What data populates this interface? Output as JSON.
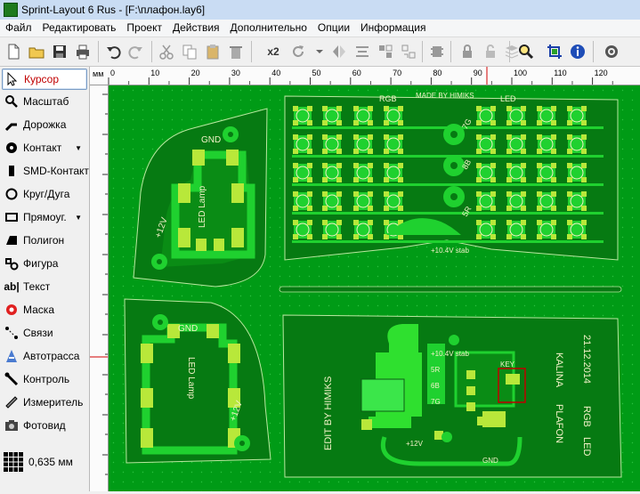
{
  "window": {
    "title": "Sprint-Layout 6 Rus - [F:\\плафон.lay6]"
  },
  "menu": [
    "Файл",
    "Редактировать",
    "Проект",
    "Действия",
    "Дополнительно",
    "Опции",
    "Информация"
  ],
  "toolbar": {
    "multiply_label": "x2"
  },
  "tools": [
    {
      "label": "Курсор",
      "active": true
    },
    {
      "label": "Масштаб"
    },
    {
      "label": "Дорожка"
    },
    {
      "label": "Контакт",
      "dropdown": true
    },
    {
      "label": "SMD-Контакт"
    },
    {
      "label": "Круг/Дуга"
    },
    {
      "label": "Прямоуг.",
      "dropdown": true
    },
    {
      "label": "Полигон"
    },
    {
      "label": "Фигура"
    },
    {
      "label": "Текст"
    },
    {
      "label": "Маска"
    },
    {
      "label": "Связи"
    },
    {
      "label": "Автотрасса"
    },
    {
      "label": "Контроль"
    },
    {
      "label": "Измеритель"
    },
    {
      "label": "Фотовид"
    }
  ],
  "grid": {
    "value": "0,635 мм"
  },
  "ruler": {
    "unit": "мм",
    "top_ticks": [
      "0",
      "10",
      "20",
      "30",
      "40",
      "50",
      "60",
      "70",
      "80",
      "90",
      "100",
      "110",
      "120"
    ]
  },
  "board_text": {
    "gnd": "GND",
    "led_lamp": "LED Lamp",
    "plus12v": "+12V",
    "rgb": "RGB",
    "made_by": "MADE BY HIMIKS",
    "led": "LED",
    "r7g": "7G",
    "r8b": "8B",
    "r5r": "5R",
    "stab": "+10.4V stab",
    "edit_by": "EDIT BY HIMIKS",
    "date": "21.12.2014",
    "kalina": "KALINA",
    "plafon": "PLAFON",
    "key": "KEY",
    "lbl_5r": "5R",
    "lbl_6b": "6B",
    "lbl_7g": "7G"
  },
  "colors": {
    "board": "#009b16",
    "copper": "#067a12",
    "bright": "#2fe02f",
    "pad": "#b8e83a",
    "silk": "#f2f2c8"
  }
}
